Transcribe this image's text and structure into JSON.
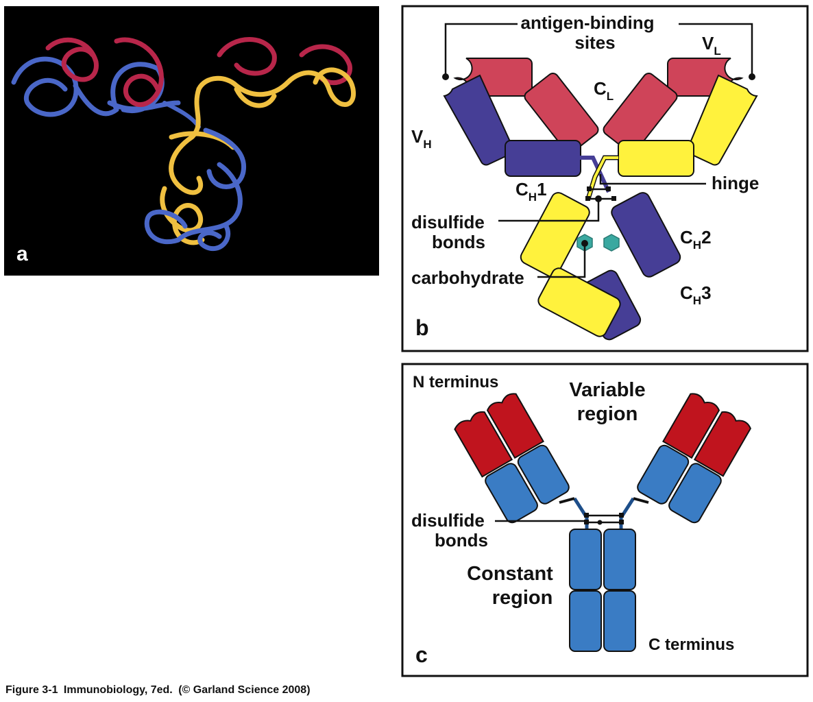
{
  "caption": {
    "figure_no": "Figure 3-1",
    "book": "Immunobiology, 7ed.",
    "credit": "(© Garland Science 2008)"
  },
  "panel_a": {
    "letter": "a"
  },
  "panel_b": {
    "letter": "b",
    "antigen_binding": "antigen-binding",
    "sites": "sites",
    "vl_main": "V",
    "vl_sub": "L",
    "cl_main": "C",
    "cl_sub": "L",
    "vh_main": "V",
    "vh_sub": "H",
    "ch1_main": "C",
    "ch1_sub": "H",
    "ch1_num": "1",
    "hinge": "hinge",
    "disulfide": "disulfide",
    "bonds": "bonds",
    "ch2_main": "C",
    "ch2_sub": "H",
    "ch2_num": "2",
    "carbohydrate": "carbohydrate",
    "ch3_main": "C",
    "ch3_sub": "H",
    "ch3_num": "3"
  },
  "panel_c": {
    "letter": "c",
    "n_terminus": "N terminus",
    "variable": "Variable",
    "region1": "region",
    "disulfide": "disulfide",
    "bonds": "bonds",
    "constant": "Constant",
    "region2": "region",
    "c_terminus": "C terminus"
  },
  "colors": {
    "heavy_b": "#463e96",
    "light_b": "#cf4459",
    "yellow_b": "#fff23d",
    "carb": "#3aa8a0",
    "red_c": "#c0141e",
    "blue_c": "#3a7cc4",
    "ribbon_blue": "#4a67c8",
    "ribbon_red": "#b8264a",
    "ribbon_yellow": "#f0c040"
  }
}
